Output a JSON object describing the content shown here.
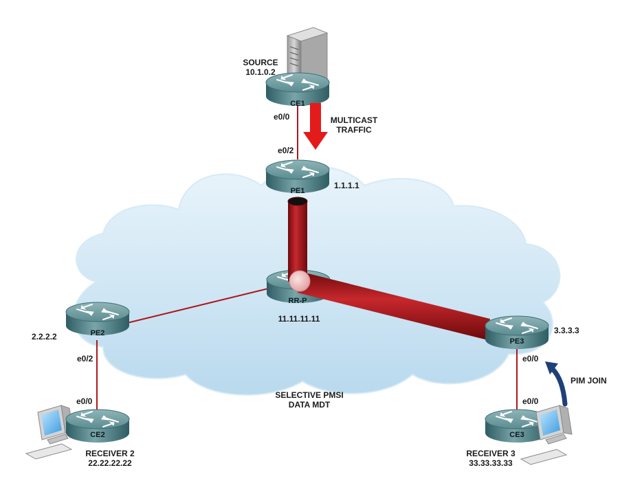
{
  "source": {
    "label": "SOURCE",
    "ip": "10.1.0.2"
  },
  "receivers": [
    {
      "label": "RECEIVER 2",
      "ip": "22.22.22.22"
    },
    {
      "label": "RECEIVER 3",
      "ip": "33.33.33.33"
    }
  ],
  "routers": {
    "ce1": {
      "name": "CE1"
    },
    "pe1": {
      "name": "PE1",
      "ip": "1.1.1.1"
    },
    "rrp": {
      "name": "RR-P",
      "ip": "11.11.11.11"
    },
    "pe2": {
      "name": "PE2",
      "ip": "2.2.2.2"
    },
    "pe3": {
      "name": "PE3",
      "ip": "3.3.3.3"
    },
    "ce2": {
      "name": "CE2"
    },
    "ce3": {
      "name": "CE3"
    }
  },
  "interfaces": {
    "ce1_e00": "e0/0",
    "pe1_e02": "e0/2",
    "pe2_e02": "e0/2",
    "ce2_e00": "e0/0",
    "pe3_e00": "e0/0",
    "ce3_e00": "e0/0"
  },
  "annotations": {
    "multicast_line1": "MULTICAST",
    "multicast_line2": "TRAFFIC",
    "pim_join": "PIM JOIN",
    "pmsi_line1": "SELECTIVE PMSI",
    "pmsi_line2": "DATA MDT"
  },
  "colors": {
    "link": "#b0161c",
    "tunnel": "#9a0f12",
    "arrow_red": "#e41b1b",
    "arrow_blue": "#1f3f78",
    "cloud": "#cfe6f4",
    "router": "#4f8288"
  }
}
